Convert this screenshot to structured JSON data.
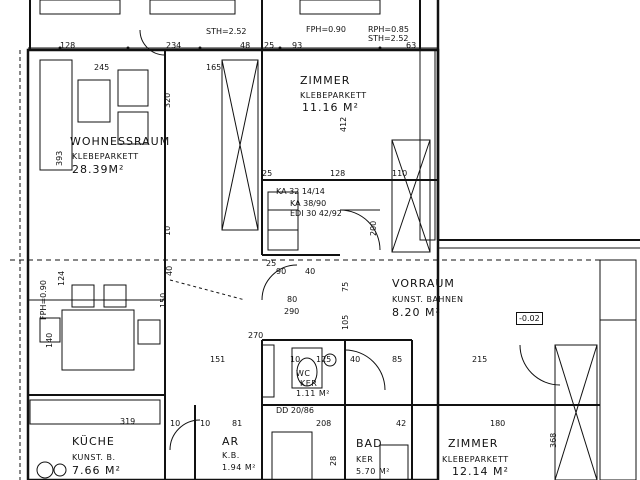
{
  "rooms": {
    "wohnessraum": {
      "name": "WOHNESSRAUM",
      "floor": "KLEBEPARKETT",
      "area": "28.39M²"
    },
    "zimmer1": {
      "name": "ZIMMER",
      "floor": "KLEBEPARKETT",
      "area": "11.16 M²"
    },
    "vorraum": {
      "name": "VORRAUM",
      "floor": "KUNST. BAHNEN",
      "area": "8.20 M²"
    },
    "kueche": {
      "name": "KÜCHE",
      "floor": "KUNST. B.",
      "area": "7.66 M²"
    },
    "ar": {
      "name": "AR",
      "floor": "K.B.",
      "area": "1.94 M²"
    },
    "wc": {
      "name": "WC",
      "floor": "KER",
      "area": "1.11 M²"
    },
    "bad": {
      "name": "BAD",
      "floor": "KER",
      "area": "5.70 M²"
    },
    "zimmer2": {
      "name": "ZIMMER",
      "floor": "KLEBEPARKETT",
      "area": "12.14 M²"
    }
  },
  "annotations": {
    "sth1": "STH=2.52",
    "fph1": "FPH=0.90",
    "rph": "RPH=0.85",
    "sth2": "STH=2.52",
    "ka1": "KA 32 14/14",
    "ka2": "KA 38/90",
    "edi": "EDI 30 42/92",
    "dd": "DD 20/86",
    "level": "-0.02",
    "fph_side": "FPH=0.90"
  },
  "dimensions": [
    "128",
    "234",
    "48",
    "25",
    "93",
    "63",
    "245",
    "165",
    "320",
    "412",
    "128",
    "25",
    "110",
    "10",
    "25",
    "90",
    "40",
    "75",
    "80",
    "290",
    "40",
    "150",
    "124",
    "140",
    "105",
    "151",
    "10",
    "125",
    "40",
    "208",
    "85",
    "215",
    "319",
    "10",
    "81",
    "42",
    "180",
    "368",
    "28",
    "270",
    "10",
    "200",
    "393"
  ]
}
